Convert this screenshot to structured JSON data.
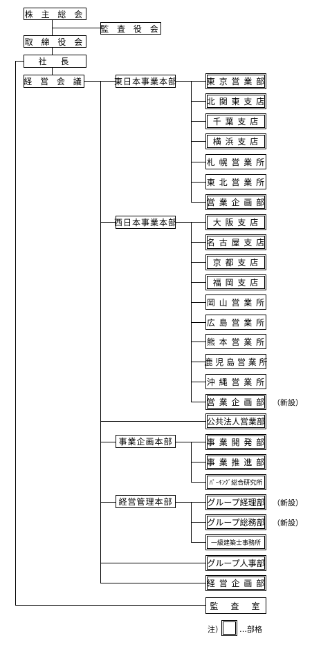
{
  "top": {
    "shareholders": "株 主 総 会",
    "auditors": "監 査 役 会",
    "board": "取 締 役 会",
    "president": "社　長",
    "exec_meeting": "経 営 会 議"
  },
  "divisions": {
    "east": {
      "name": "東日本事業本部",
      "units": [
        "東 京 営 業 部",
        "北 関 東 支 店",
        "千 葉 支 店",
        "横 浜 支 店",
        "札 幌 営 業 所",
        "東 北 営 業 所",
        "営 業 企 画 部"
      ]
    },
    "west": {
      "name": "西日本事業本部",
      "units": [
        "大 阪 支 店",
        "名 古 屋 支 店",
        "京 都 支 店",
        "福 岡 支 店",
        "岡 山 営 業 所",
        "広 島 営 業 所",
        "熊 本 営 業 所",
        "鹿 児 島 営 業 所",
        "沖 縄 営 業 所",
        "営 業 企 画 部"
      ]
    },
    "public": {
      "name": "公共法人営業部"
    },
    "planning": {
      "name": "事業企画本部",
      "units": [
        "事 業 開 発 部",
        "事 業 推 進 部",
        "ﾊﾟｰｷﾝｸﾞ総合研究所"
      ]
    },
    "management": {
      "name": "経営管理本部",
      "units": [
        "グループ経理部",
        "グループ総務部",
        "一級建築士事務所"
      ]
    },
    "group_hr": {
      "name": "グループ人事部"
    },
    "corp_planning": {
      "name": "経 営 企 画 部"
    },
    "audit": {
      "name": "監　査　室"
    }
  },
  "notes": {
    "new": "（新設）"
  },
  "legend": {
    "prefix": "注）",
    "suffix": "…部格"
  }
}
